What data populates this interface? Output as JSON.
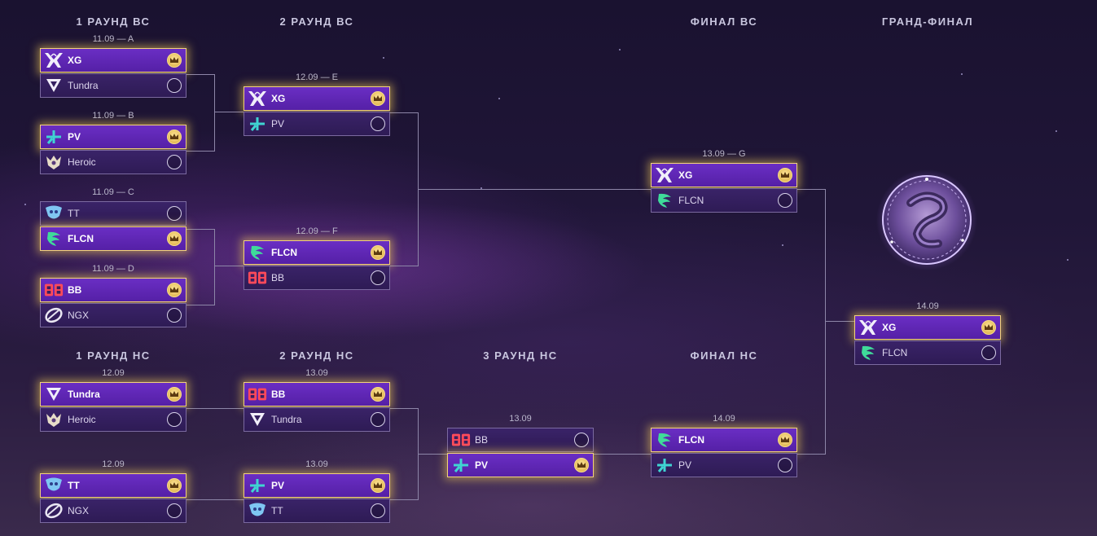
{
  "titles": {
    "ub_r1": "1 РАУНД ВС",
    "ub_r2": "2 РАУНД ВС",
    "ub_final": "ФИНАЛ ВС",
    "grand_final": "ГРАНД-ФИНАЛ",
    "lb_r1": "1 РАУНД НС",
    "lb_r2": "2 РАУНД НС",
    "lb_r3": "3 РАУНД НС",
    "lb_final": "ФИНАЛ НС"
  },
  "matches": {
    "A": {
      "label": "11.09 — A",
      "t1": "XG",
      "t2": "Tundra"
    },
    "B": {
      "label": "11.09 — B",
      "t1": "PV",
      "t2": "Heroic"
    },
    "C": {
      "label": "11.09 — C",
      "t1": "TT",
      "t2": "FLCN"
    },
    "D": {
      "label": "11.09 — D",
      "t1": "BB",
      "t2": "NGX"
    },
    "E": {
      "label": "12.09 — E",
      "t1": "XG",
      "t2": "PV"
    },
    "F": {
      "label": "12.09 — F",
      "t1": "FLCN",
      "t2": "BB"
    },
    "G": {
      "label": "13.09 — G",
      "t1": "XG",
      "t2": "FLCN"
    },
    "GF": {
      "label": "14.09",
      "t1": "XG",
      "t2": "FLCN"
    },
    "L1": {
      "label": "12.09",
      "t1": "Tundra",
      "t2": "Heroic"
    },
    "L2": {
      "label": "12.09",
      "t1": "TT",
      "t2": "NGX"
    },
    "L3": {
      "label": "13.09",
      "t1": "BB",
      "t2": "Tundra"
    },
    "L4": {
      "label": "13.09",
      "t1": "PV",
      "t2": "TT"
    },
    "L5": {
      "label": "13.09",
      "t1": "BB",
      "t2": "PV"
    },
    "L6": {
      "label": "14.09",
      "t1": "FLCN",
      "t2": "PV"
    }
  },
  "winners": {
    "A": 1,
    "B": 1,
    "C": 2,
    "D": 1,
    "E": 1,
    "F": 1,
    "G": 1,
    "GF": 1,
    "L1": 1,
    "L2": 1,
    "L3": 1,
    "L4": 1,
    "L5": 2,
    "L6": 1
  },
  "colors": {
    "accent": "#f2d27a",
    "win_row": "#5a22ad",
    "lose_row": "#321d5c"
  },
  "icons": {
    "XG": "xg-logo-icon",
    "Tundra": "tundra-logo-icon",
    "PV": "pv-logo-icon",
    "Heroic": "heroic-logo-icon",
    "TT": "tt-logo-icon",
    "FLCN": "flcn-logo-icon",
    "BB": "bb-logo-icon",
    "NGX": "ngx-logo-icon",
    "crown": "crown-icon",
    "trophy": "aegis-trophy-icon"
  }
}
